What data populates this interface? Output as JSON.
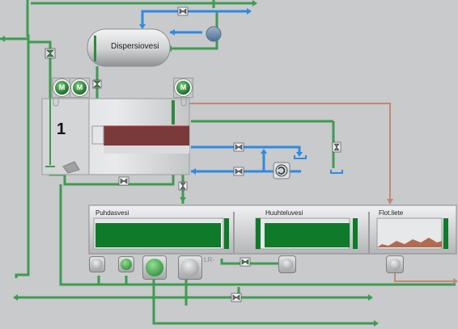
{
  "vessel": {
    "label": "Dispersiovesi"
  },
  "tank1": {
    "label": "1"
  },
  "motors": {
    "m1": "M",
    "m2": "M",
    "m3": "M"
  },
  "basin": {
    "puhdasvesi": "Puhdasvesi",
    "huuhteluvesi": "Huuhteluvesi",
    "flot_liete": "Flot.liete"
  },
  "lr_label": "LR-",
  "colors": {
    "background": "#c8cacc",
    "green_pipe": "#3f9b4f",
    "blue_pipe": "#2f8ae0",
    "brown_pipe": "#c08a72",
    "sludge": "#7a3a3a",
    "water_fill": "#0f7a2a"
  },
  "icons": {
    "valve": "valve-icon",
    "pump": "pump-icon",
    "motor": "motor-icon",
    "blue_pump": "blue-pump-icon"
  }
}
